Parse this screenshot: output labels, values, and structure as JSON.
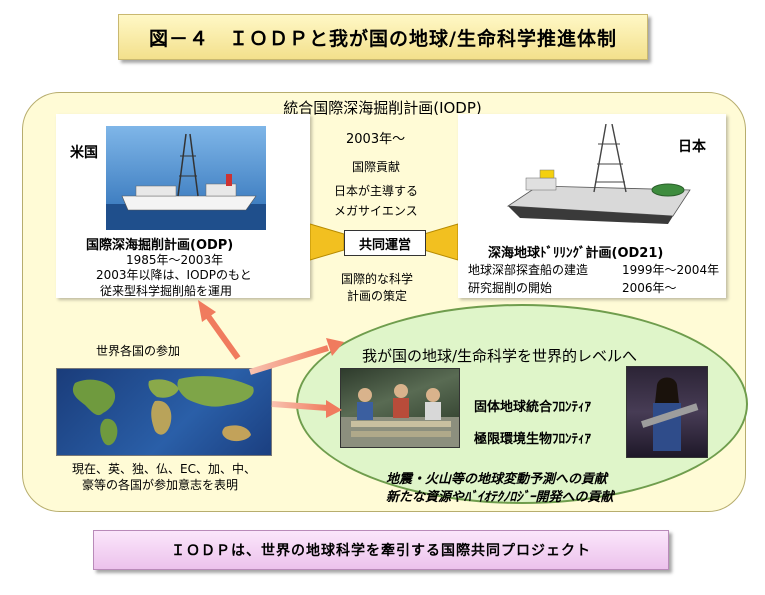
{
  "title": "図－４　ＩＯＤＰと我が国の地球/生命科学推進体制",
  "outer_label": "統合国際深海掘削計画(IODP)",
  "us": {
    "country": "米国",
    "program": "国際深海掘削計画(ODP)",
    "period": "1985年～2003年",
    "note_1": "2003年以降は、IODPのもと",
    "note_2": "従来型科学掘削船を運用"
  },
  "center": {
    "year": "2003年～",
    "line_1": "国際貢献",
    "line_2": "日本が主導する",
    "line_3": "メガサイエンス",
    "joint": "共同運営",
    "line_4": "国際的な科学",
    "line_5": "計画の策定"
  },
  "japan": {
    "country": "日本",
    "program": "深海地球ﾄﾞﾘﾘﾝｸﾞ計画(OD21)",
    "row_1_label": "地球深部探査船の建造",
    "row_1_period": "1999年～2004年",
    "row_2_label": "研究掘削の開始",
    "row_2_period": "2006年～"
  },
  "world": {
    "label": "世界各国の参加",
    "caption_1": "現在、英、独、仏、EC、加、中、",
    "caption_2": "豪等の各国が参加意志を表明"
  },
  "domestic": {
    "heading": "我が国の地球/生命科学を世界的レベルへ",
    "frontier_1": "固体地球統合ﾌﾛﾝﾃｨｱ",
    "frontier_2": "極限環境生物ﾌﾛﾝﾃｨｱ",
    "contribution_1": "地震・火山等の地球変動予測への貢献",
    "contribution_2": "新たな資源やﾊﾞｲｵﾃｸﾉﾛｼﾞｰ開発への貢献"
  },
  "footer": "ＩＯＤＰは、世界の地球科学を牽引する国際共同プロジェクト",
  "colors": {
    "title_bg": "#f3e08c",
    "outer_bg": "#fffbd6",
    "ellipse_bg": "#dff5c9",
    "footer_bg": "#ecc2ec",
    "arrow": "#f07b5e"
  }
}
